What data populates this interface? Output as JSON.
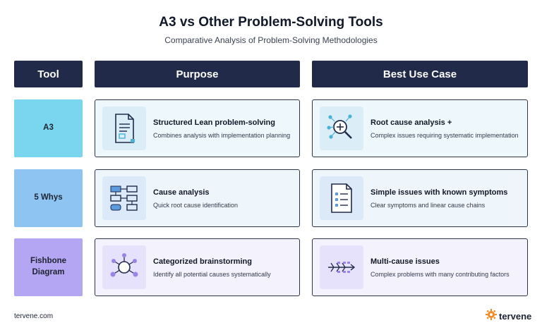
{
  "title": "A3 vs Other Problem-Solving Tools",
  "subtitle": "Comparative Analysis of Problem-Solving Methodologies",
  "headers": {
    "tool": "Tool",
    "purpose": "Purpose",
    "best_use": "Best Use Case"
  },
  "rows": [
    {
      "tool": "A3",
      "purpose": {
        "title": "Structured Lean problem-solving",
        "desc": "Combines analysis with implementation planning",
        "icon": "document-icon"
      },
      "best_use": {
        "title": "Root cause analysis +",
        "desc": "Complex issues requiring systematic implementation",
        "icon": "magnifier-network-icon"
      },
      "color": "#7ad6ee"
    },
    {
      "tool": "5 Whys",
      "purpose": {
        "title": "Cause analysis",
        "desc": "Quick root cause identification",
        "icon": "flowchart-icon"
      },
      "best_use": {
        "title": "Simple issues with known symptoms",
        "desc": "Clear symptoms and linear cause chains",
        "icon": "checklist-icon"
      },
      "color": "#8ec4f2"
    },
    {
      "tool": "Fishbone\nDiagram",
      "purpose": {
        "title": "Categorized brainstorming",
        "desc": "Identify all potential causes systematically",
        "icon": "hub-spoke-icon"
      },
      "best_use": {
        "title": "Multi-cause issues",
        "desc": "Complex problems with many contributing factors",
        "icon": "fishbone-icon"
      },
      "color": "#b4a6f2"
    }
  ],
  "footer": {
    "website": "tervene.com",
    "brand": "tervene"
  }
}
